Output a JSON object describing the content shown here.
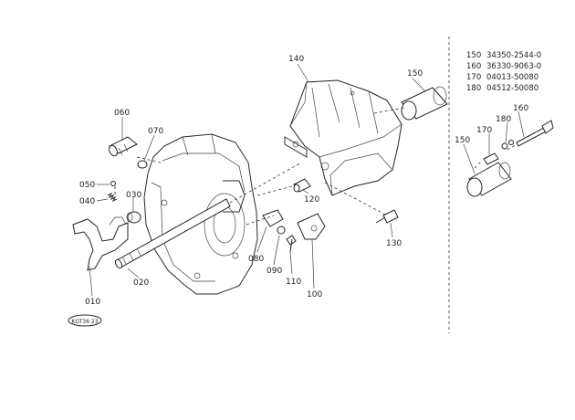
{
  "part_labels": {
    "p010": "010",
    "p020": "020",
    "p030": "030",
    "p040": "040",
    "p050": "050",
    "p060": "060",
    "p070": "070",
    "p080": "080",
    "p090": "090",
    "p100": "100",
    "p110": "110",
    "p120": "120",
    "p130": "130",
    "p140": "140",
    "p150": "150",
    "p150b": "150",
    "p160": "160",
    "p170": "170",
    "p180": "180"
  },
  "legend": {
    "rows": [
      {
        "ref": "150",
        "part": "34350-2544-0"
      },
      {
        "ref": "160",
        "part": "36330-9063-0"
      },
      {
        "ref": "170",
        "part": "04013-50080"
      },
      {
        "ref": "180",
        "part": "04512-50080"
      }
    ]
  },
  "figure_code": "KGT36 23"
}
